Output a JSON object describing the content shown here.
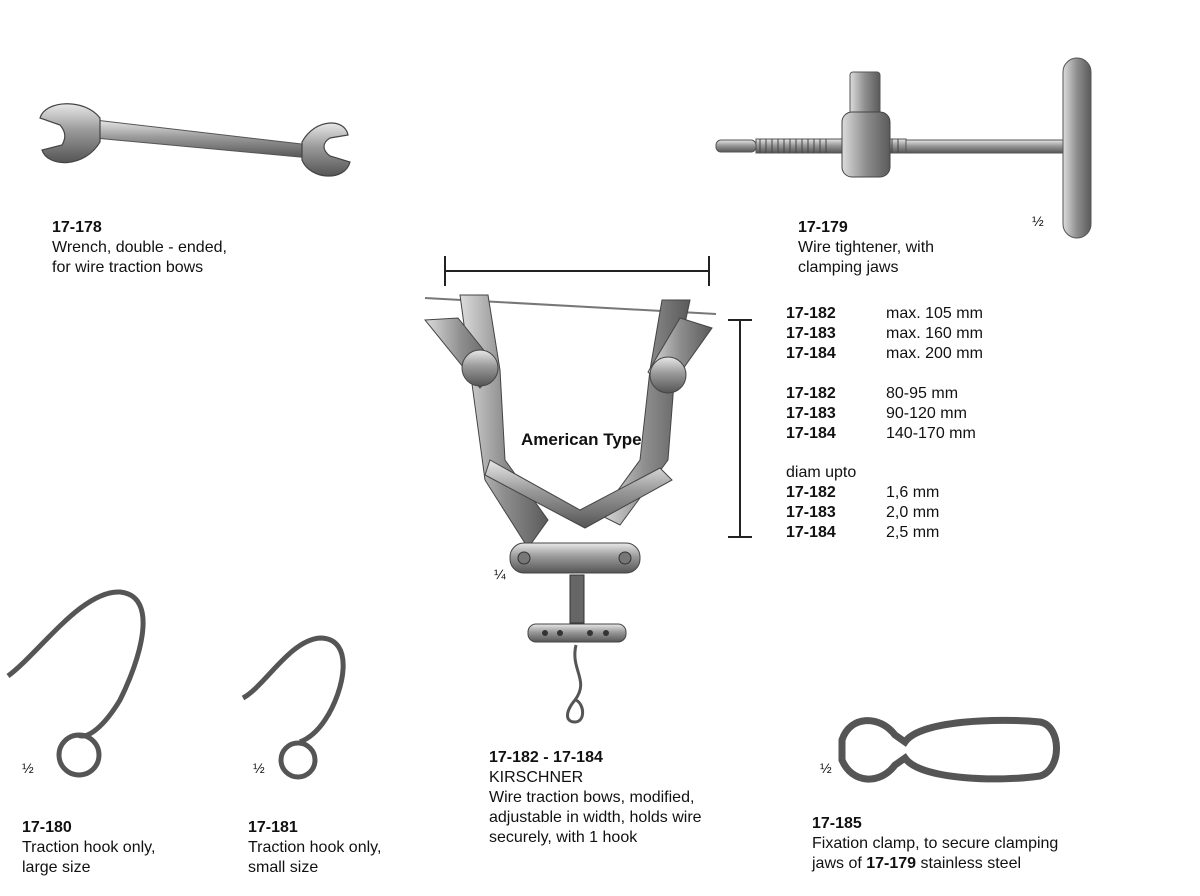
{
  "products": {
    "p178": {
      "code": "17-178",
      "desc": [
        "Wrench, double - ended,",
        "for wire traction bows"
      ]
    },
    "p179": {
      "code": "17-179",
      "desc": [
        "Wire tightener, with",
        "clamping jaws"
      ],
      "scale": "½"
    },
    "p180": {
      "code": "17-180",
      "desc": [
        "Traction hook only,",
        "large size"
      ],
      "scale": "½"
    },
    "p181": {
      "code": "17-181",
      "desc": [
        "Traction hook only,",
        "small size"
      ],
      "scale": "½"
    },
    "p182": {
      "code": "17-182 - 17-184",
      "desc": [
        "KIRSCHNER",
        "Wire traction bows, modified,",
        "adjustable in width, holds wire",
        "securely, with 1 hook"
      ],
      "scale": "¼",
      "type_label": "American Type"
    },
    "p185": {
      "code": "17-185",
      "desc_start": "Fixation clamp, to secure clamping",
      "desc_mid": "jaws of ",
      "desc_ref": "17-179",
      "desc_end": " stainless steel",
      "scale": "½"
    }
  },
  "specs": {
    "group1": [
      {
        "code": "17-182",
        "value": "max. 105 mm"
      },
      {
        "code": "17-183",
        "value": "max. 160 mm"
      },
      {
        "code": "17-184",
        "value": "max. 200 mm"
      }
    ],
    "group2": [
      {
        "code": "17-182",
        "value": "80-95 mm"
      },
      {
        "code": "17-183",
        "value": "90-120 mm"
      },
      {
        "code": "17-184",
        "value": "140-170 mm"
      }
    ],
    "group3_title": "diam upto",
    "group3": [
      {
        "code": "17-182",
        "value": "1,6 mm"
      },
      {
        "code": "17-183",
        "value": "2,0 mm"
      },
      {
        "code": "17-184",
        "value": "2,5 mm"
      }
    ]
  },
  "icons": [
    "wrench-illustration",
    "wire-tightener-illustration",
    "traction-bow-illustration",
    "traction-hook-large-illustration",
    "traction-hook-small-illustration",
    "fixation-clamp-illustration"
  ]
}
